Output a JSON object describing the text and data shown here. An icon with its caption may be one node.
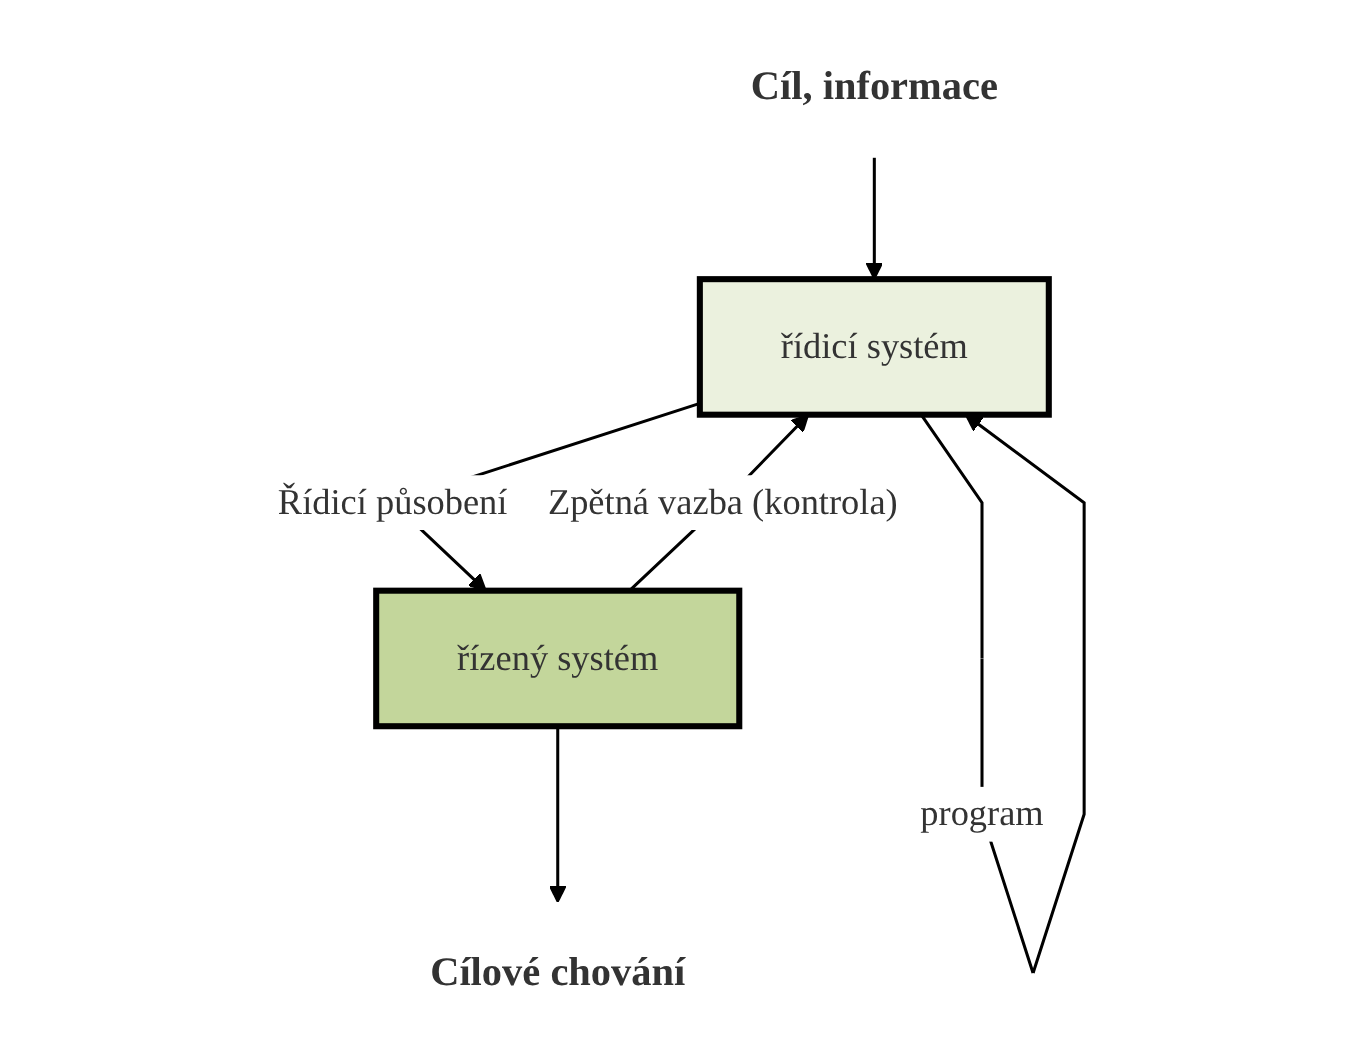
{
  "diagram": {
    "nodes": [
      {
        "text": [
          "Cíl, informace"
        ]
      },
      {
        "text": [
          "řídicí systém"
        ]
      },
      {
        "text": [
          "řízený systém"
        ]
      },
      {
        "text": [
          "Cílové chování"
        ]
      }
    ],
    "edges": [
      {
        "from": 0,
        "to": 1,
        "arrow": "to"
      },
      {
        "from": 1,
        "to": 2,
        "arrow": "to",
        "label": "Řídicí působení"
      },
      {
        "from": 2,
        "to": 3,
        "arrow": "to"
      },
      {
        "from": 2,
        "to": 1,
        "arrow": "to",
        "label": "Zpětná vazba (kontrola)"
      },
      {
        "from": 1,
        "to": 1,
        "arrow": "to",
        "label": "program"
      }
    ]
  }
}
